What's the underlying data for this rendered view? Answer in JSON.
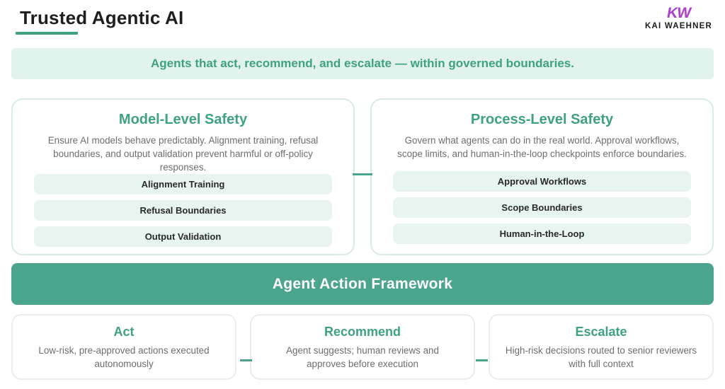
{
  "header": {
    "title": "Trusted Agentic AI",
    "logo": {
      "monogram": "KW",
      "name": "KAI WAEHNER"
    }
  },
  "banner": {
    "text": "Agents that act, recommend, and escalate — within governed boundaries."
  },
  "safety_cards": [
    {
      "title": "Model-Level Safety",
      "description": "Ensure AI models behave predictably. Alignment training, refusal boundaries, and output validation prevent harmful or off-policy responses.",
      "items": [
        "Alignment Training",
        "Refusal Boundaries",
        "Output Validation"
      ]
    },
    {
      "title": "Process-Level Safety",
      "description": "Govern what agents can do in the real world. Approval workflows, scope limits, and human-in-the-loop checkpoints enforce boundaries.",
      "items": [
        "Approval Workflows",
        "Scope Boundaries",
        "Human-in-the-Loop"
      ]
    }
  ],
  "framework_bar": {
    "label": "Agent Action Framework"
  },
  "action_cards": [
    {
      "title": "Act",
      "description": "Low-risk, pre-approved actions executed autonomously"
    },
    {
      "title": "Recommend",
      "description": "Agent suggests; human reviews and approves before execution"
    },
    {
      "title": "Escalate",
      "description": "High-risk decisions routed to senior reviewers with full context"
    }
  ],
  "colors": {
    "accent": "#3fa183",
    "bar": "#4ba58c",
    "banner-bg": "#e2f3ed",
    "pill-bg": "#e7f4ef",
    "purple": "#b03fd0"
  }
}
